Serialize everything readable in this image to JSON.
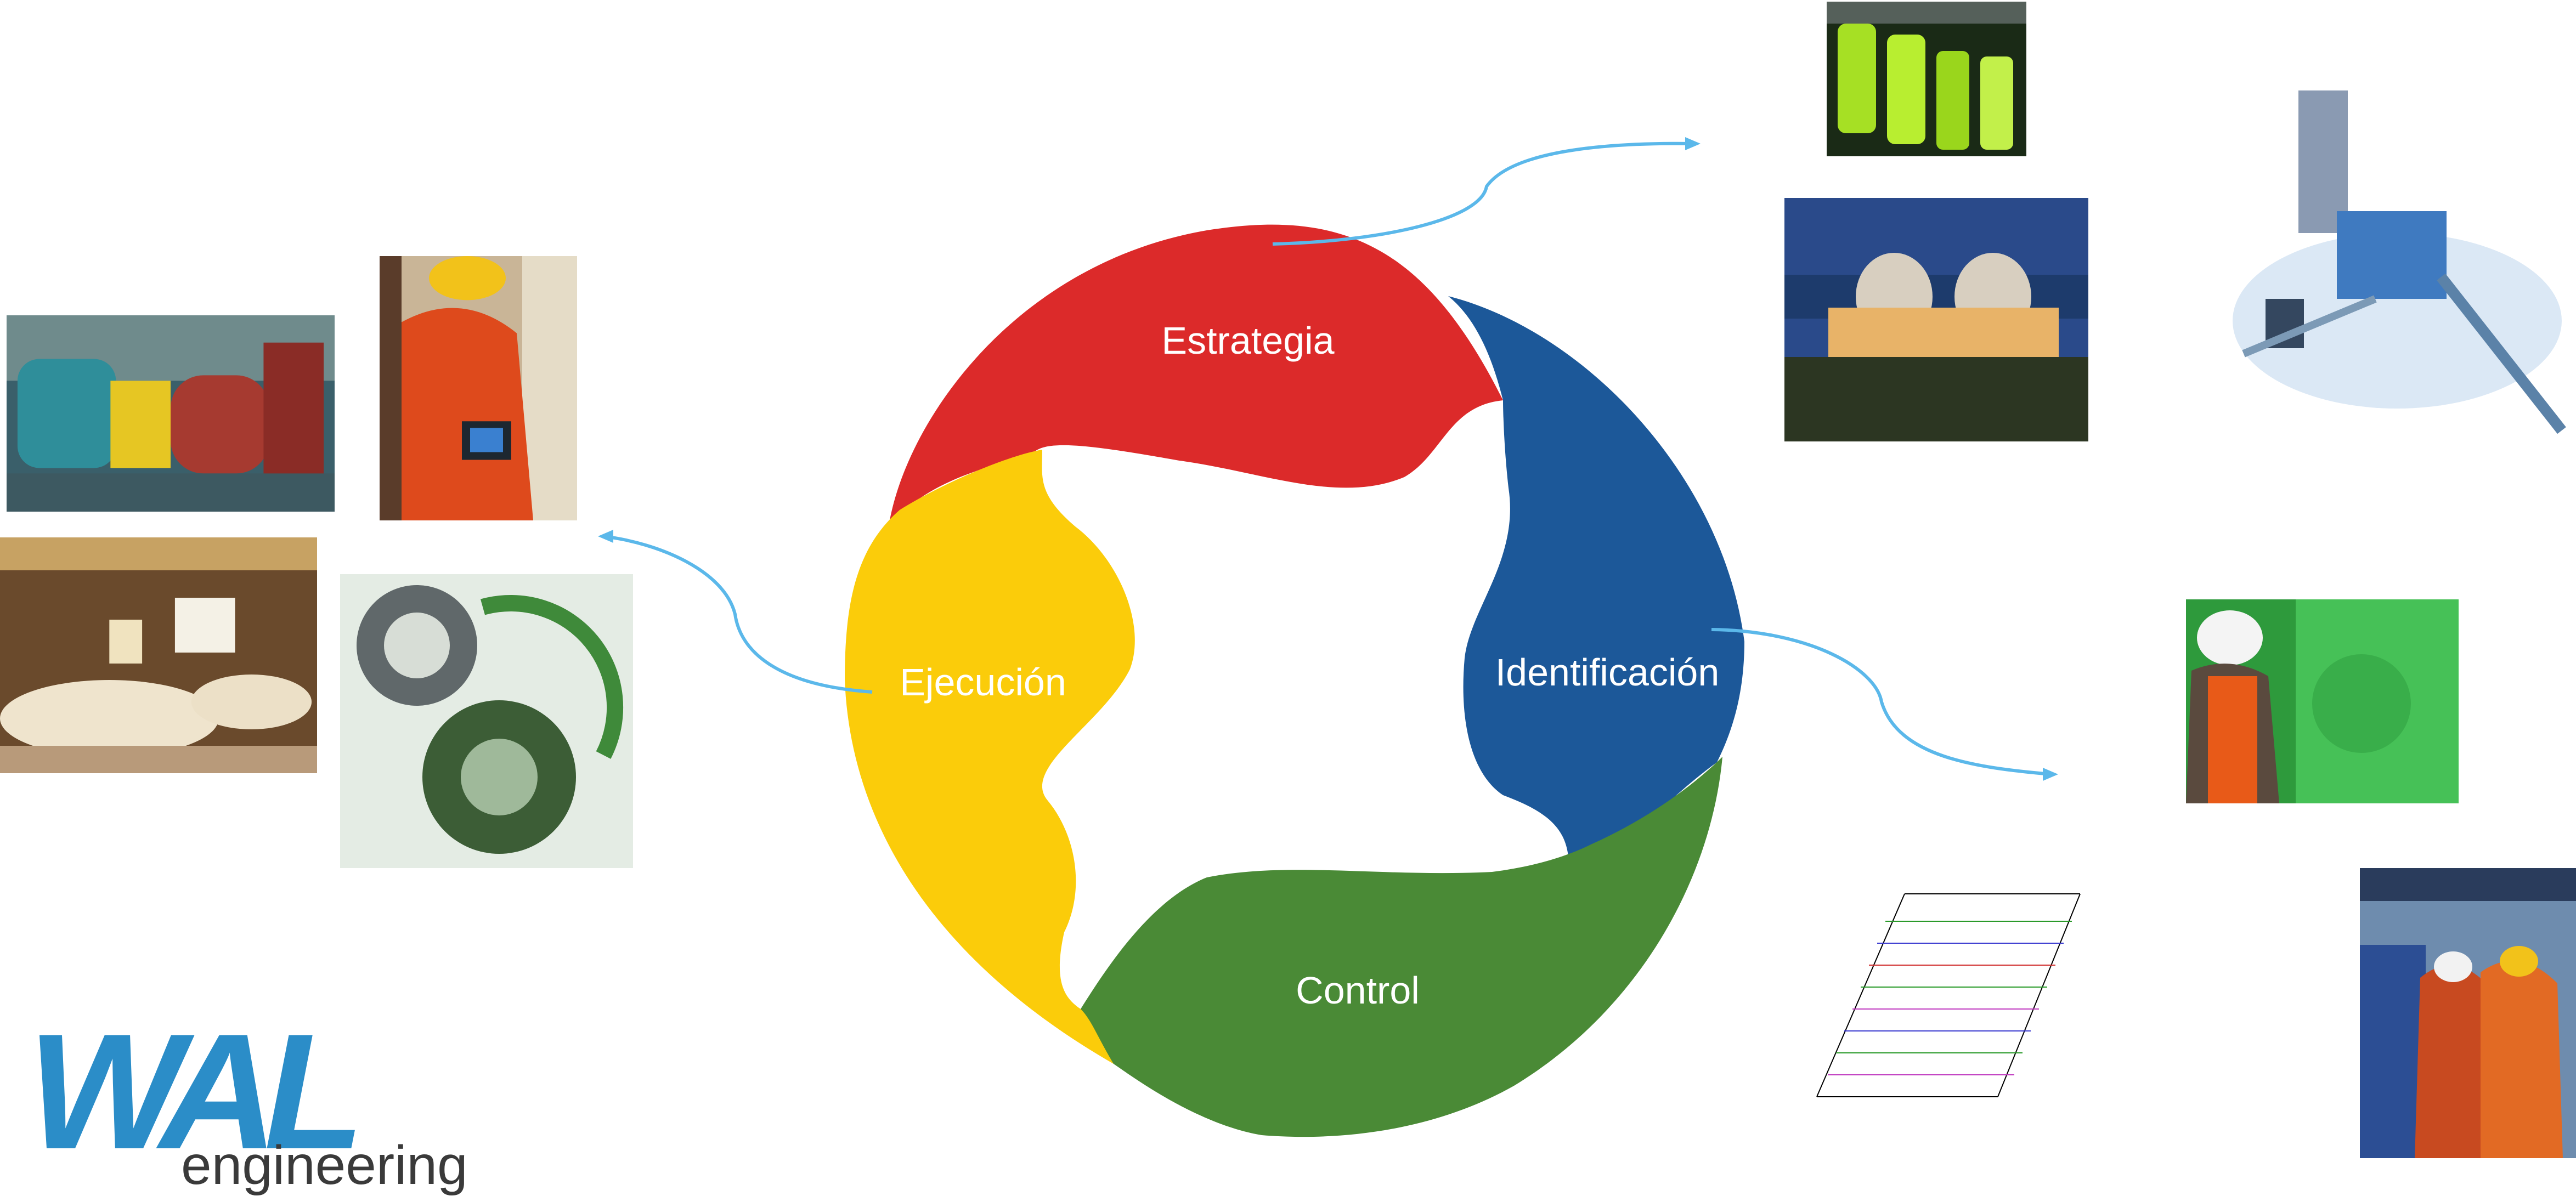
{
  "diagram": {
    "segments": [
      {
        "label": "Estrategia",
        "color": "#dc2a2a"
      },
      {
        "label": "Identificación",
        "color": "#1c5899"
      },
      {
        "label": "Control",
        "color": "#4a8a36"
      },
      {
        "label": "Ejecución",
        "color": "#fbcc0a"
      }
    ],
    "arrow_color": "#5bb8ea"
  },
  "logo": {
    "name": "WAL",
    "subtitle": "engineering",
    "color": "#2b8dc8"
  },
  "photos": [
    {
      "subject": "pump-motor-photo"
    },
    {
      "subject": "technician-analyzer-photo"
    },
    {
      "subject": "training-room-photo"
    },
    {
      "subject": "lubricated-gears-photo"
    },
    {
      "subject": "oil-bottles-photo"
    },
    {
      "subject": "power-plant-photo"
    },
    {
      "subject": "plant-3d-model-image"
    },
    {
      "subject": "technician-green-machine-photo"
    },
    {
      "subject": "vibration-spectrum-plot-image"
    },
    {
      "subject": "technicians-refinery-photo"
    }
  ]
}
